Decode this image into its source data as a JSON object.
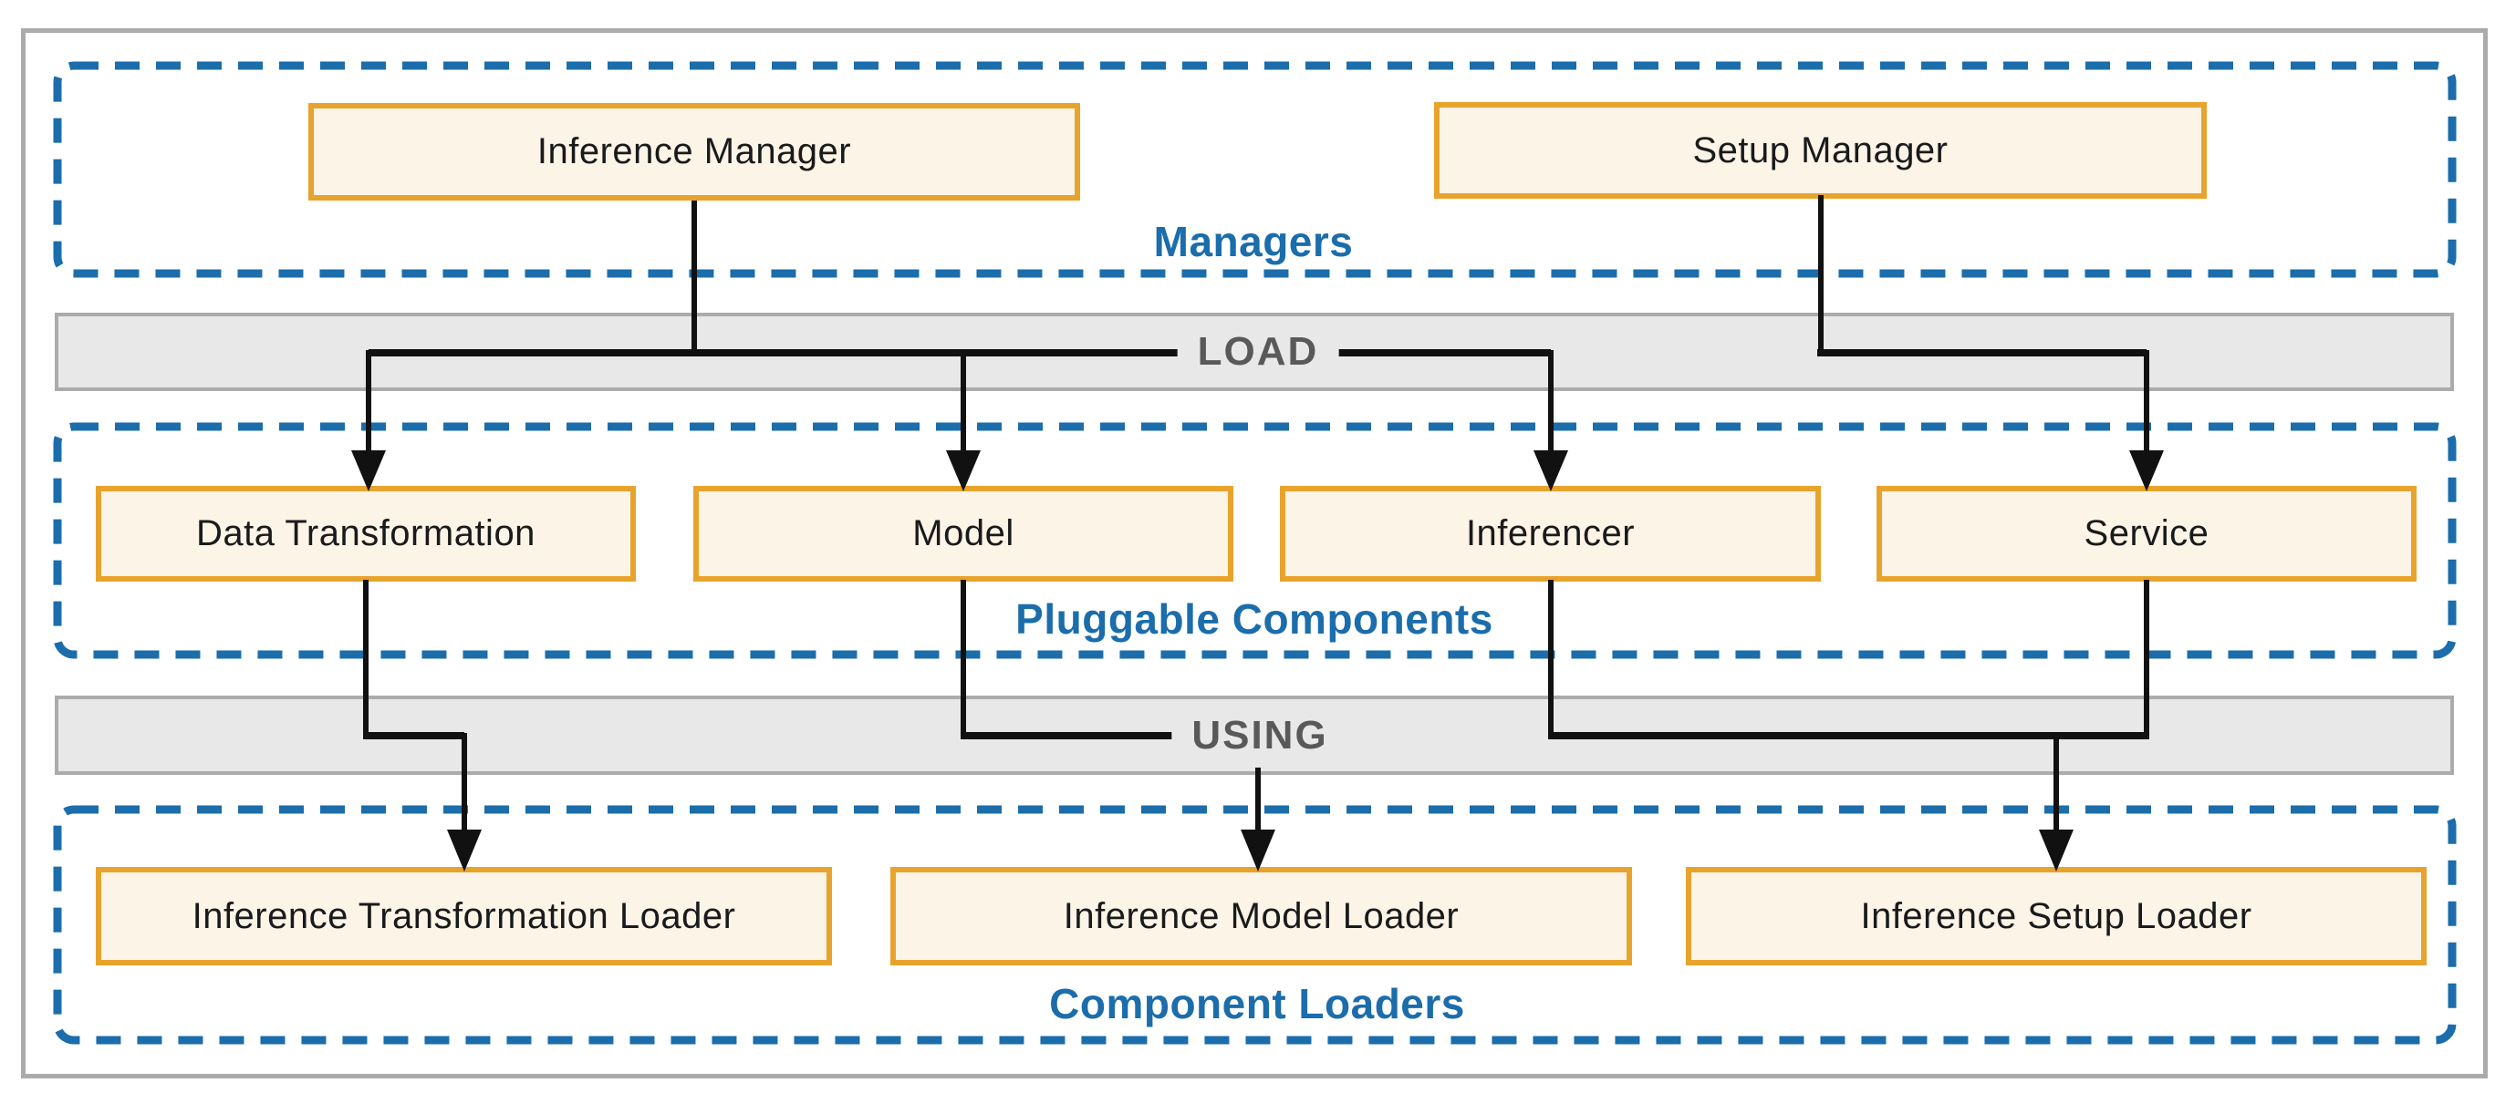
{
  "colors": {
    "accent_blue": "#1B6DAB",
    "box_border": "#E8A32C",
    "box_fill": "#FDF4E8",
    "band_fill": "#E8E8E8",
    "band_border": "#ABABAB",
    "band_text": "#595959",
    "line_color": "#111111",
    "frame_border": "#ABABAB",
    "node_text": "#1A1A1A",
    "canvas_bg": "#FFFFFF"
  },
  "groups": {
    "managers": {
      "label": "Managers",
      "nodes": [
        {
          "label": "Inference Manager"
        },
        {
          "label": "Setup Manager"
        }
      ]
    },
    "pluggable_components": {
      "label": "Pluggable Components",
      "nodes": [
        {
          "label": "Data Transformation"
        },
        {
          "label": "Model"
        },
        {
          "label": "Inferencer"
        },
        {
          "label": "Service"
        }
      ]
    },
    "component_loaders": {
      "label": "Component Loaders",
      "nodes": [
        {
          "label": "Inference Transformation Loader"
        },
        {
          "label": "Inference Model Loader"
        },
        {
          "label": "Inference Setup Loader"
        }
      ]
    }
  },
  "bands": {
    "load": {
      "label": "LOAD"
    },
    "using": {
      "label": "USING"
    }
  },
  "edges": [
    {
      "from": "Inference Manager",
      "to": "Data Transformation",
      "via": "LOAD"
    },
    {
      "from": "Inference Manager",
      "to": "Model",
      "via": "LOAD"
    },
    {
      "from": "Inference Manager",
      "to": "Inferencer",
      "via": "LOAD"
    },
    {
      "from": "Setup Manager",
      "to": "Service",
      "via": "LOAD"
    },
    {
      "from": "Data Transformation",
      "to": "Inference Transformation Loader",
      "via": "USING"
    },
    {
      "from": "Model",
      "to": "Inference Model Loader",
      "via": "USING"
    },
    {
      "from": "Inferencer",
      "to": "Inference Setup Loader",
      "via": "USING"
    },
    {
      "from": "Service",
      "to": "Inference Setup Loader",
      "via": "USING"
    }
  ]
}
